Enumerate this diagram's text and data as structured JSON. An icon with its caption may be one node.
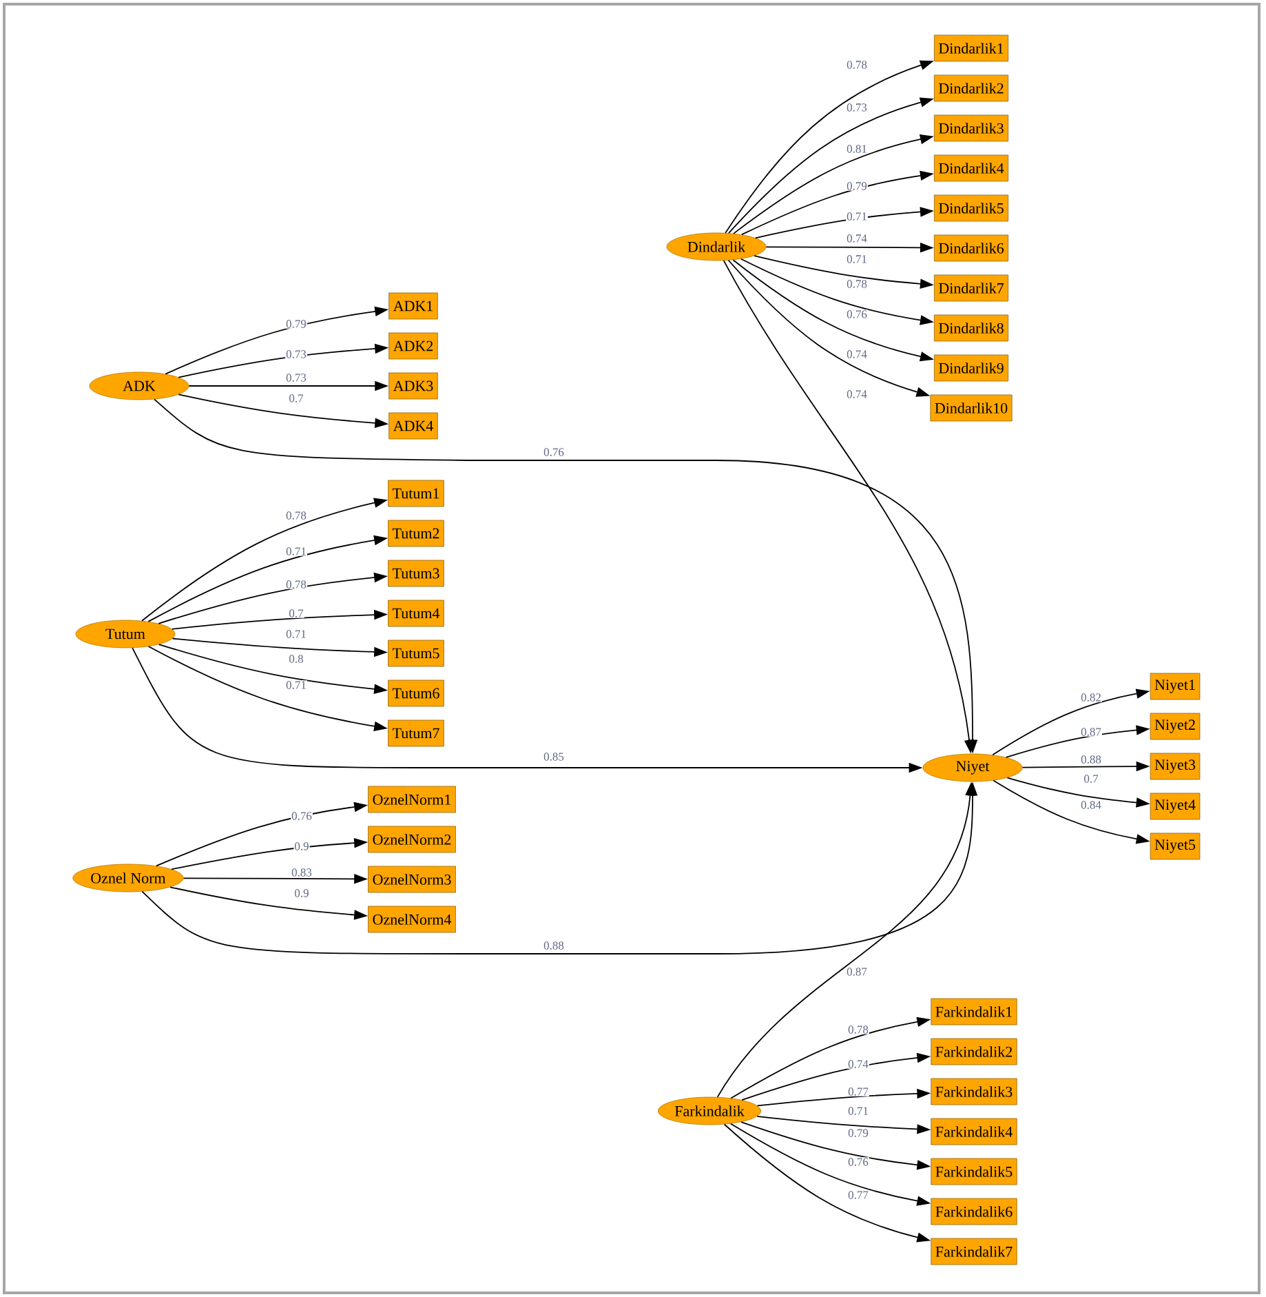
{
  "diagram": {
    "nodes": [
      {
        "text": [
          "Dindarlik"
        ]
      },
      {
        "text": [
          "Dindarlik1"
        ]
      },
      {
        "text": [
          "Dindarlik2"
        ]
      },
      {
        "text": [
          "Dindarlik3"
        ]
      },
      {
        "text": [
          "Dindarlik4"
        ]
      },
      {
        "text": [
          "Dindarlik5"
        ]
      },
      {
        "text": [
          "Dindarlik6"
        ]
      },
      {
        "text": [
          "Dindarlik7"
        ]
      },
      {
        "text": [
          "Dindarlik8"
        ]
      },
      {
        "text": [
          "Dindarlik9"
        ]
      },
      {
        "text": [
          "Dindarlik10"
        ]
      },
      {
        "text": [
          "ADK"
        ]
      },
      {
        "text": [
          "ADK1"
        ]
      },
      {
        "text": [
          "ADK2"
        ]
      },
      {
        "text": [
          "ADK3"
        ]
      },
      {
        "text": [
          "ADK4"
        ]
      },
      {
        "text": [
          "Tutum"
        ]
      },
      {
        "text": [
          "Tutum1"
        ]
      },
      {
        "text": [
          "Tutum2"
        ]
      },
      {
        "text": [
          "Tutum3"
        ]
      },
      {
        "text": [
          "Tutum4"
        ]
      },
      {
        "text": [
          "Tutum5"
        ]
      },
      {
        "text": [
          "Tutum6"
        ]
      },
      {
        "text": [
          "Tutum7"
        ]
      },
      {
        "text": [
          "Niyet"
        ]
      },
      {
        "text": [
          "Niyet1"
        ]
      },
      {
        "text": [
          "Niyet2"
        ]
      },
      {
        "text": [
          "Niyet3"
        ]
      },
      {
        "text": [
          "Niyet4"
        ]
      },
      {
        "text": [
          "Niyet5"
        ]
      },
      {
        "text": [
          "Oznel Norm"
        ]
      },
      {
        "text": [
          "OznelNorm1"
        ]
      },
      {
        "text": [
          "OznelNorm2"
        ]
      },
      {
        "text": [
          "OznelNorm3"
        ]
      },
      {
        "text": [
          "OznelNorm4"
        ]
      },
      {
        "text": [
          "Farkindalik"
        ]
      },
      {
        "text": [
          "Farkindalik1"
        ]
      },
      {
        "text": [
          "Farkindalik2"
        ]
      },
      {
        "text": [
          "Farkindalik3"
        ]
      },
      {
        "text": [
          "Farkindalik4"
        ]
      },
      {
        "text": [
          "Farkindalik5"
        ]
      },
      {
        "text": [
          "Farkindalik6"
        ]
      },
      {
        "text": [
          "Farkindalik7"
        ]
      }
    ],
    "edges": [
      {
        "from": 0,
        "to": 1,
        "arrow": "to",
        "label": "0.78"
      },
      {
        "from": 0,
        "to": 2,
        "arrow": "to",
        "label": "0.73"
      },
      {
        "from": 0,
        "to": 3,
        "arrow": "to",
        "label": "0.81"
      },
      {
        "from": 0,
        "to": 4,
        "arrow": "to",
        "label": "0.79"
      },
      {
        "from": 0,
        "to": 5,
        "arrow": "to",
        "label": "0.71"
      },
      {
        "from": 0,
        "to": 6,
        "arrow": "to",
        "label": "0.74"
      },
      {
        "from": 0,
        "to": 7,
        "arrow": "to",
        "label": "0.71"
      },
      {
        "from": 0,
        "to": 8,
        "arrow": "to",
        "label": "0.78"
      },
      {
        "from": 0,
        "to": 9,
        "arrow": "to",
        "label": "0.76"
      },
      {
        "from": 0,
        "to": 10,
        "arrow": "to",
        "label": "0.74"
      },
      {
        "from": 0,
        "to": 24,
        "arrow": "to",
        "label": "0.74"
      },
      {
        "from": 11,
        "to": 12,
        "arrow": "to",
        "label": "0.79"
      },
      {
        "from": 11,
        "to": 13,
        "arrow": "to",
        "label": "0.73"
      },
      {
        "from": 11,
        "to": 14,
        "arrow": "to",
        "label": "0.73"
      },
      {
        "from": 11,
        "to": 15,
        "arrow": "to",
        "label": "0.7"
      },
      {
        "from": 11,
        "to": 24,
        "arrow": "to",
        "label": "0.76"
      },
      {
        "from": 16,
        "to": 17,
        "arrow": "to",
        "label": "0.78"
      },
      {
        "from": 16,
        "to": 18,
        "arrow": "to",
        "label": "0.71"
      },
      {
        "from": 16,
        "to": 19,
        "arrow": "to",
        "label": "0.78"
      },
      {
        "from": 16,
        "to": 20,
        "arrow": "to",
        "label": "0.7"
      },
      {
        "from": 16,
        "to": 21,
        "arrow": "to",
        "label": "0.71"
      },
      {
        "from": 16,
        "to": 22,
        "arrow": "to",
        "label": "0.8"
      },
      {
        "from": 16,
        "to": 23,
        "arrow": "to",
        "label": "0.71"
      },
      {
        "from": 16,
        "to": 24,
        "arrow": "to",
        "label": "0.85"
      },
      {
        "from": 24,
        "to": 25,
        "arrow": "to",
        "label": "0.82"
      },
      {
        "from": 24,
        "to": 26,
        "arrow": "to",
        "label": "0.87"
      },
      {
        "from": 24,
        "to": 27,
        "arrow": "to",
        "label": "0.88"
      },
      {
        "from": 24,
        "to": 28,
        "arrow": "to",
        "label": "0.7"
      },
      {
        "from": 24,
        "to": 29,
        "arrow": "to",
        "label": "0.84"
      },
      {
        "from": 30,
        "to": 31,
        "arrow": "to",
        "label": "0.76"
      },
      {
        "from": 30,
        "to": 32,
        "arrow": "to",
        "label": "0.9"
      },
      {
        "from": 30,
        "to": 33,
        "arrow": "to",
        "label": "0.83"
      },
      {
        "from": 30,
        "to": 34,
        "arrow": "to",
        "label": "0.9"
      },
      {
        "from": 30,
        "to": 24,
        "arrow": "to",
        "label": "0.88"
      },
      {
        "from": 35,
        "to": 24,
        "arrow": "to",
        "label": "0.87"
      },
      {
        "from": 35,
        "to": 36,
        "arrow": "to",
        "label": "0.78"
      },
      {
        "from": 35,
        "to": 37,
        "arrow": "to",
        "label": "0.74"
      },
      {
        "from": 35,
        "to": 38,
        "arrow": "to",
        "label": "0.77"
      },
      {
        "from": 35,
        "to": 39,
        "arrow": "to",
        "label": "0.71"
      },
      {
        "from": 35,
        "to": 40,
        "arrow": "to",
        "label": "0.79"
      },
      {
        "from": 35,
        "to": 41,
        "arrow": "to",
        "label": "0.76"
      },
      {
        "from": 35,
        "to": 42,
        "arrow": "to",
        "label": "0.77"
      }
    ]
  }
}
